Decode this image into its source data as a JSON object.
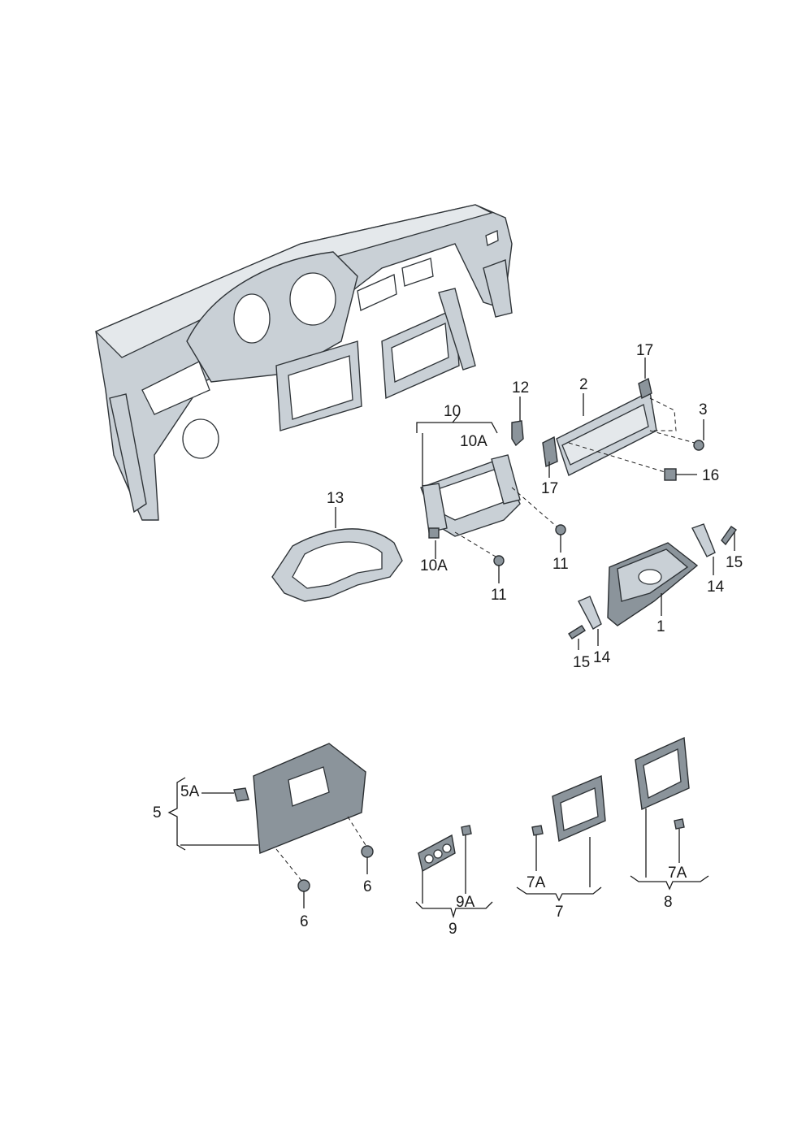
{
  "labels": {
    "l1": "1",
    "l2": "2",
    "l3": "3",
    "l5": "5",
    "l5a": "5A",
    "l6a": "6",
    "l6b": "6",
    "l7": "7",
    "l7a1": "7A",
    "l7a2": "7A",
    "l8": "8",
    "l9": "9",
    "l9a": "9A",
    "l10": "10",
    "l10a1": "10A",
    "l10a2": "10A",
    "l11a": "11",
    "l11b": "11",
    "l12": "12",
    "l13": "13",
    "l14a": "14",
    "l14b": "14",
    "l15a": "15",
    "l15b": "15",
    "l16": "16",
    "l17a": "17",
    "l17b": "17"
  }
}
